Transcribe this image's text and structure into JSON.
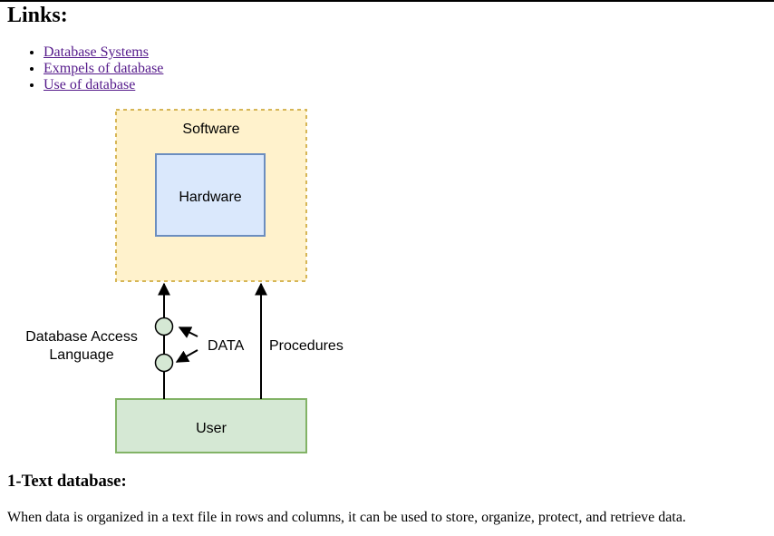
{
  "links": {
    "heading": "Links:",
    "items": [
      {
        "label": "Database Systems"
      },
      {
        "label": "Exmpels of database"
      },
      {
        "label": "Use of database"
      }
    ]
  },
  "diagram": {
    "software_label": "Software",
    "hardware_label": "Hardware",
    "user_label": "User",
    "access_language_line1": "Database Access",
    "access_language_line2": "Language",
    "data_label": "DATA",
    "procedures_label": "Procedures",
    "colors": {
      "software_fill": "#fff2cc",
      "software_border": "#d6b656",
      "hardware_fill": "#dae8fc",
      "hardware_border": "#6c8ebf",
      "user_fill": "#d5e8d4",
      "user_border": "#82b366"
    }
  },
  "section": {
    "heading": "1-Text database:",
    "paragraph": "When data is organized in a text file in rows and columns, it can be used to store, organize, protect, and retrieve data."
  }
}
